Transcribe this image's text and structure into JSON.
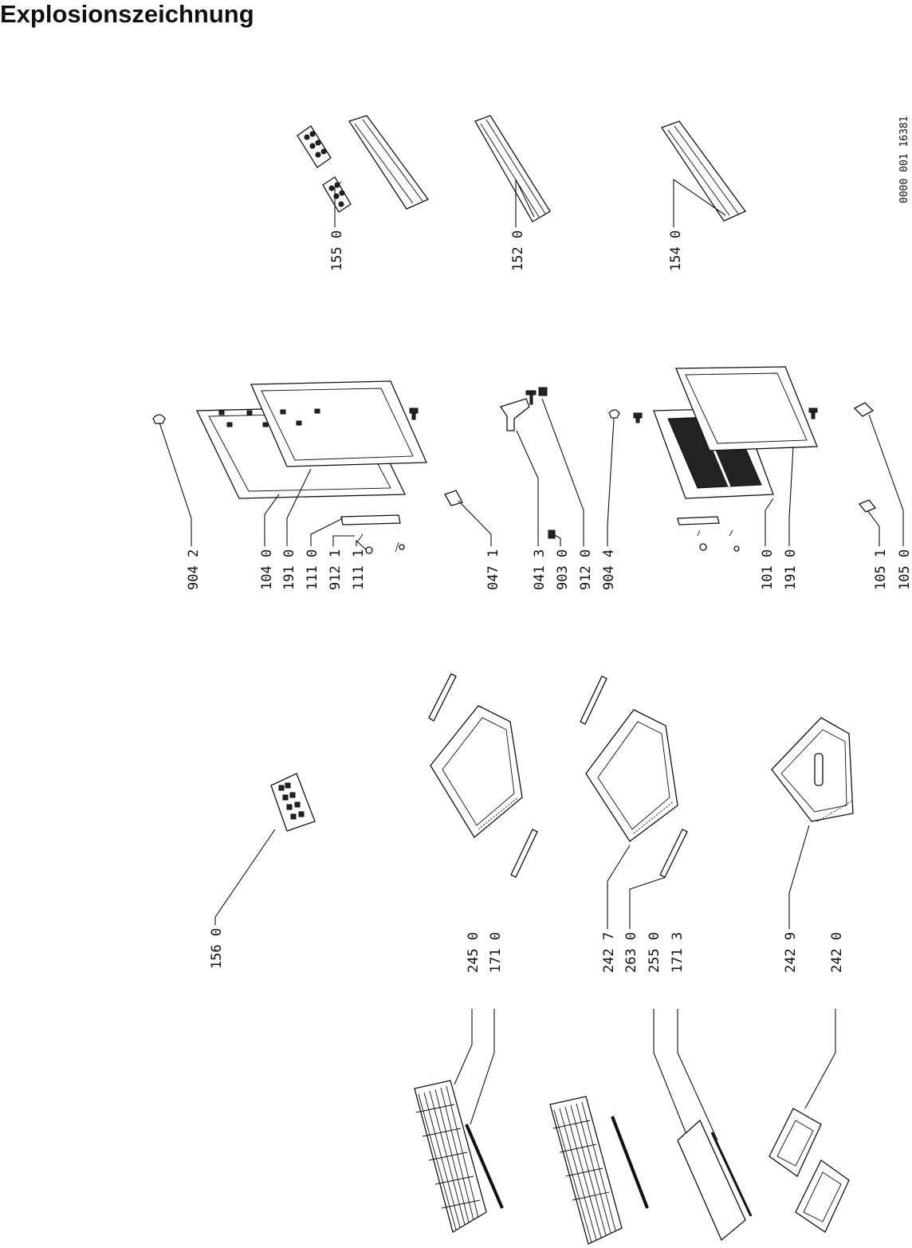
{
  "title": "Explosionszeichnung",
  "document_number": "0000 001  16381",
  "labels": {
    "l_1550": "155 0",
    "l_1520": "152 0",
    "l_1540": "154 0",
    "l_9042": "904 2",
    "l_1040": "104 0",
    "l_1910a": "191 0",
    "l_1110": "111 0",
    "l_9121": "912 1",
    "l_1111": "111 1",
    "l_0471": "047 1",
    "l_0413": "041 3",
    "l_9030": "903 0",
    "l_9120": "912 0",
    "l_9044": "904 4",
    "l_1010": "101 0",
    "l_1910b": "191 0",
    "l_1051": "105 1",
    "l_1050": "105 0",
    "l_1560": "156 0",
    "l_2450": "245 0",
    "l_1710": "171 0",
    "l_2427": "242 7",
    "l_2630": "263 0",
    "l_2550": "255 0",
    "l_1713": "171 3",
    "l_2429": "242 9",
    "l_2420": "242 0"
  }
}
